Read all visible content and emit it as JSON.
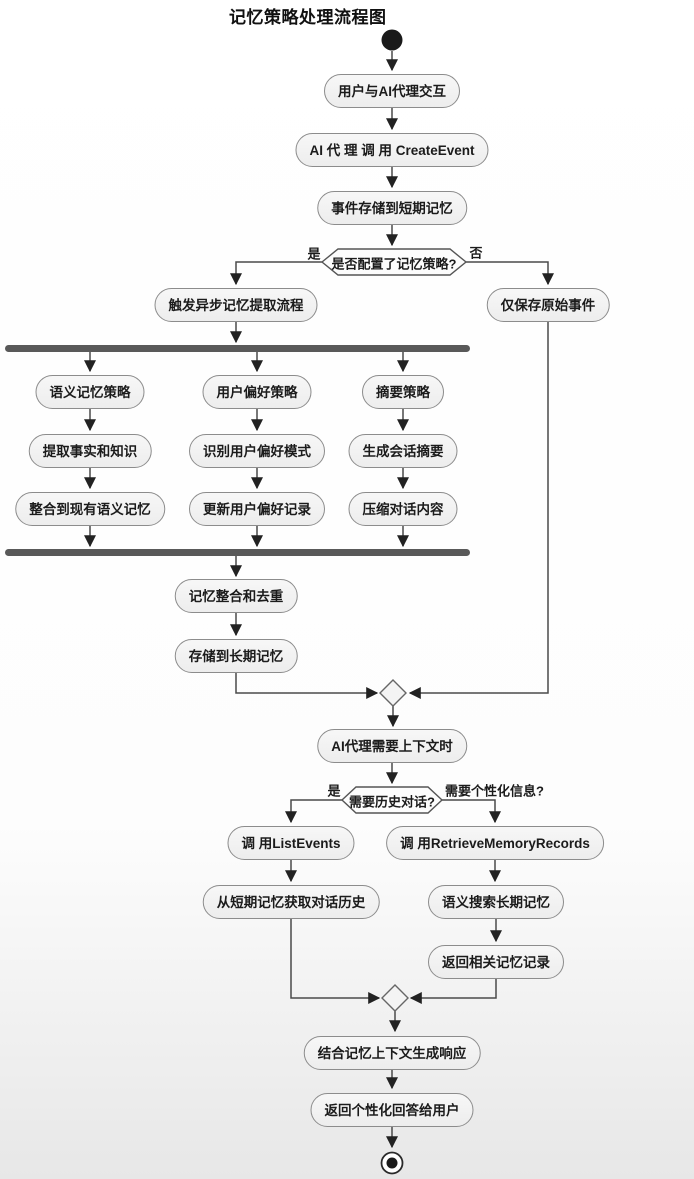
{
  "title": "记忆策略处理流程图",
  "colors": {
    "node_fill": "#f0f0f0",
    "node_border": "#8c8c8c",
    "line": "#4a4a4a",
    "fork_join_bar": "#595959",
    "start_end": "#1a1a1a"
  },
  "flow": {
    "nodes": {
      "user_interact": "用户与AI代理交互",
      "call_create_event": "AI 代 理 调 用 CreateEvent",
      "store_short_term": "事件存储到短期记忆",
      "trigger_async": "触发异步记忆提取流程",
      "save_raw_only": "仅保存原始事件",
      "semantic_strategy": "语义记忆策略",
      "extract_facts": "提取事实和知识",
      "merge_semantic": "整合到现有语义记忆",
      "preference_strategy": "用户偏好策略",
      "identify_preference": "识别用户偏好模式",
      "update_preference": "更新用户偏好记录",
      "summary_strategy": "摘要策略",
      "generate_summary": "生成会话摘要",
      "compress_dialog": "压缩对话内容",
      "consolidate_dedup": "记忆整合和去重",
      "store_long_term": "存储到长期记忆",
      "need_context": "AI代理需要上下文时",
      "call_list_events": "调 用ListEvents",
      "get_history": "从短期记忆获取对话历史",
      "call_retrieve": "调 用RetrieveMemoryRecords",
      "semantic_search": "语义搜索长期记忆",
      "return_records": "返回相关记忆记录",
      "generate_response": "结合记忆上下文生成响应",
      "return_answer": "返回个性化回答给用户"
    },
    "decisions": {
      "memory_strategy_q": "是否配置了记忆策略?",
      "history_q": "需要历史对话?",
      "personalized_q": "需要个性化信息?"
    },
    "branch_labels": {
      "yes1": "是",
      "no1": "否",
      "yes2": "是"
    }
  }
}
